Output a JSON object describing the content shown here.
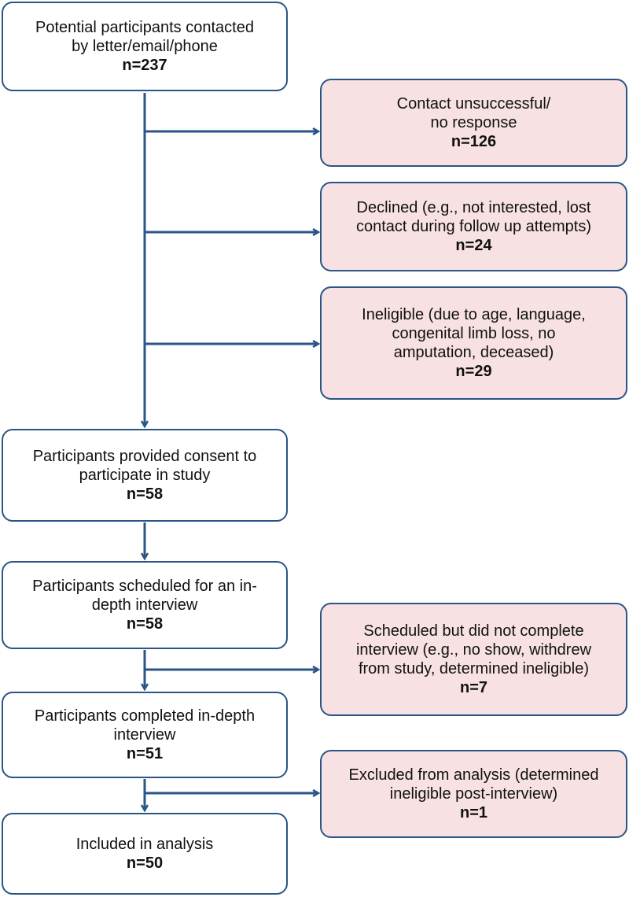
{
  "colors": {
    "box_border": "#2a5586",
    "arrow": "#2a5586",
    "exclusion_fill": "#f7e1e3",
    "main_fill": "#ffffff"
  },
  "main_boxes": [
    {
      "lines": [
        "Potential participants contacted",
        "by letter/email/phone"
      ],
      "n": "n=237"
    },
    {
      "lines": [
        "Participants provided consent to",
        "participate in study"
      ],
      "n": "n=58"
    },
    {
      "lines": [
        "Participants scheduled for an in-",
        "depth interview"
      ],
      "n": "n=58"
    },
    {
      "lines": [
        "Participants completed in-depth",
        "interview"
      ],
      "n": "n=51"
    },
    {
      "lines": [
        "Included in analysis"
      ],
      "n": "n=50"
    }
  ],
  "exclusion_boxes": [
    {
      "lines": [
        "Contact unsuccessful/",
        "no response"
      ],
      "n": "n=126"
    },
    {
      "lines": [
        "Declined (e.g., not interested, lost",
        "contact during follow up attempts)"
      ],
      "n": "n=24"
    },
    {
      "lines": [
        "Ineligible (due to age, language,",
        "congenital limb loss, no",
        "amputation, deceased)"
      ],
      "n": "n=29"
    },
    {
      "lines": [
        "Scheduled but did not complete",
        "interview (e.g., no show, withdrew",
        "from study, determined ineligible)"
      ],
      "n": "n=7"
    },
    {
      "lines": [
        "Excluded from analysis (determined",
        "ineligible post-interview)"
      ],
      "n": "n=1"
    }
  ]
}
